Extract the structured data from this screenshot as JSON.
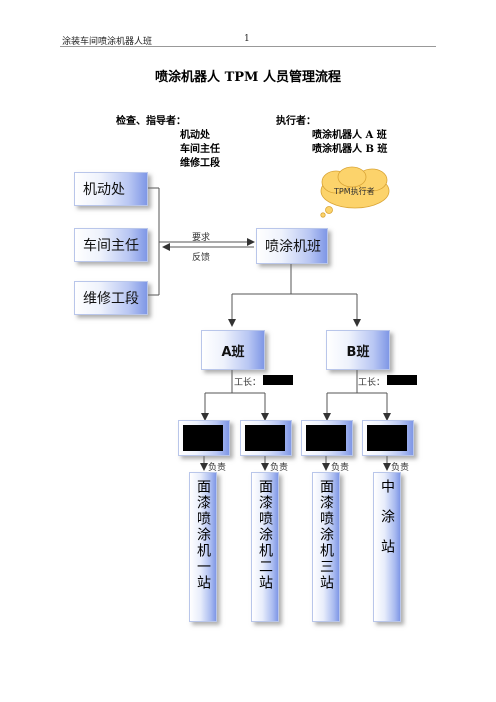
{
  "header": {
    "left": "涂装车间喷涂机器人班",
    "page": "1"
  },
  "title": "喷涂机器人 TPM 人员管理流程",
  "supervisors": {
    "label": "检查、指导者：",
    "items": [
      "机动处",
      "车间主任",
      "维修工段"
    ]
  },
  "executors": {
    "label": "执行者：",
    "items": [
      "喷涂机器人 A 班",
      "喷涂机器人 B 班"
    ]
  },
  "cloud_text": "TPM执行者",
  "left_boxes": [
    "机动处",
    "车间主任",
    "维修工段"
  ],
  "center_box": "喷涂机班",
  "arrow_labels": {
    "request": "要求",
    "feedback": "反馈"
  },
  "teams": [
    {
      "name": "A班",
      "leader_label": "工长："
    },
    {
      "name": "B班",
      "leader_label": "工长："
    }
  ],
  "responsible_label": "负责",
  "stations": [
    "面漆喷涂机一站",
    "面漆喷涂机二站",
    "面漆喷涂机三站",
    "中涂站"
  ]
}
